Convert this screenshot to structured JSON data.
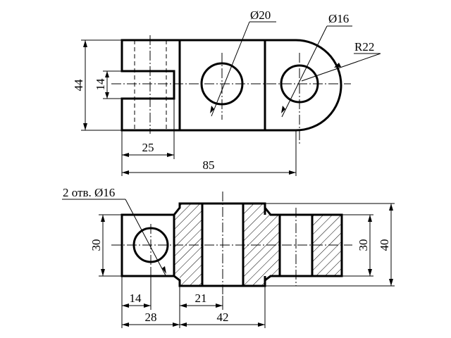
{
  "top_view": {
    "dim_diameter_large": "Ø20",
    "dim_diameter_small": "Ø16",
    "dim_radius": "R22",
    "dim_height": "44",
    "dim_slot_width": "14",
    "dim_slot_depth": "25",
    "dim_overall_length": "85"
  },
  "front_view": {
    "dim_holes_note": "2 отв. Ø16",
    "dim_left_height": "30",
    "dim_right_height": "30",
    "dim_overall_height": "40",
    "dim_hole_offset": "14",
    "dim_bore_width": "21",
    "dim_left_block": "28",
    "dim_center_block": "42"
  }
}
